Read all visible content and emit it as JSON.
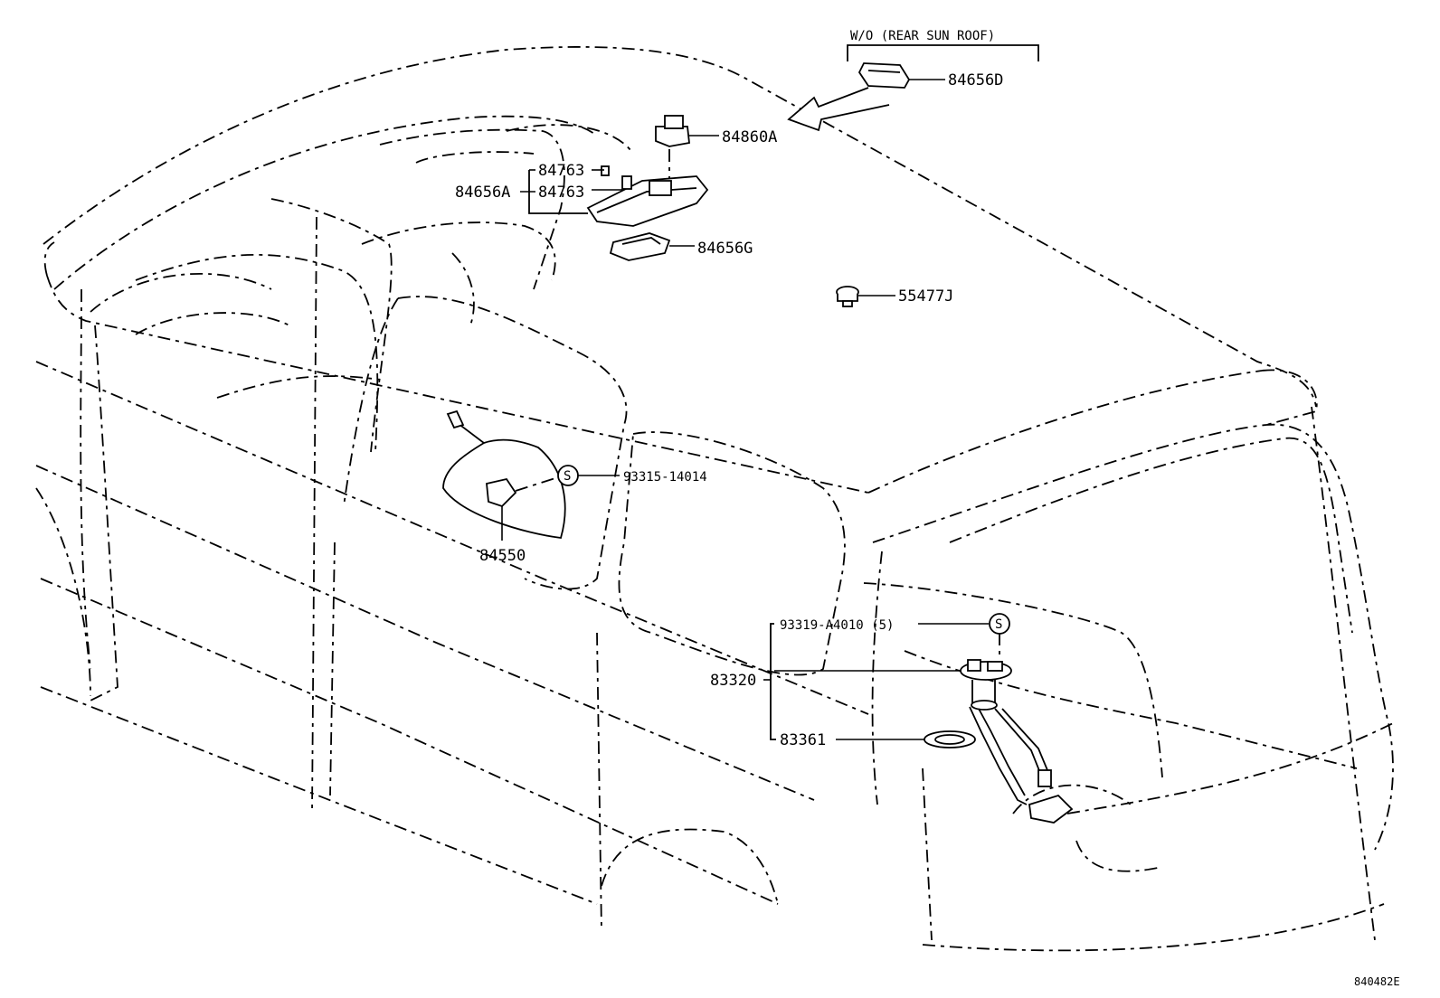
{
  "header": {
    "variant_note": "W/O (REAR SUN ROOF)"
  },
  "callouts": {
    "c84656D": "84656D",
    "c84860A": "84860A",
    "c84763a": "84763",
    "c84763b": "84763",
    "c84656A": "84656A",
    "c84656G": "84656G",
    "c55477J": "55477J",
    "c93315": "93315-14014",
    "c84550": "84550",
    "c93319": "93319-A4010 (5)",
    "c83320": "83320",
    "c83361": "83361",
    "s1": "S",
    "s2": "S"
  },
  "drawing_number": "840482E"
}
